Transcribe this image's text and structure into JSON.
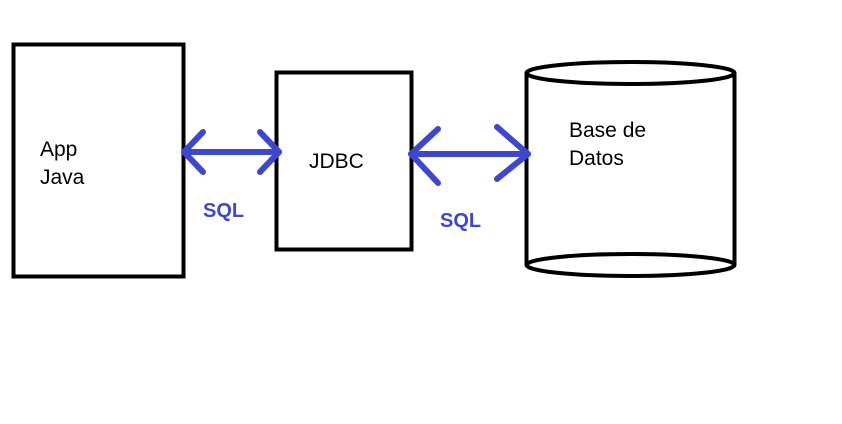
{
  "diagram": {
    "nodes": {
      "app": {
        "label": "App\nJava"
      },
      "jdbc": {
        "label": "JDBC"
      },
      "database": {
        "label": "Base de\nDatos"
      }
    },
    "edges": [
      {
        "from": "app",
        "to": "jdbc",
        "label": "SQL",
        "bidirectional": true
      },
      {
        "from": "jdbc",
        "to": "database",
        "label": "SQL",
        "bidirectional": true
      }
    ]
  },
  "colors": {
    "stroke": "#000000",
    "arrow": "#3f48cc",
    "background": "#ffffff"
  }
}
